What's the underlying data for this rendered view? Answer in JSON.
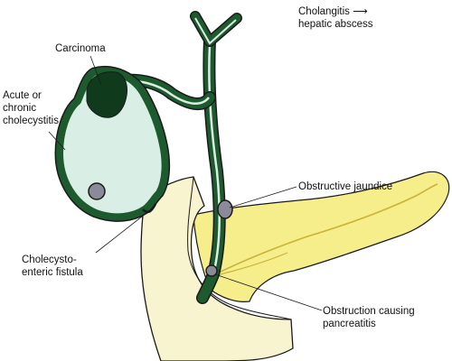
{
  "labels": {
    "cholangitis": {
      "line1": "Cholangitis ⟶",
      "line2": "hepatic abscess"
    },
    "carcinoma": "Carcinoma",
    "cholecystitis": {
      "line1": "Acute or",
      "line2": "chronic",
      "line3": "cholecystitis"
    },
    "fistula": {
      "line1": "Cholecysto-",
      "line2": "enteric fistula"
    },
    "jaundice": "Obstructive jaundice",
    "pancreatitis": {
      "line1": "Obstruction causing",
      "line2": "pancreatitis"
    }
  },
  "colors": {
    "gallbladder_wall": "#1d5a2e",
    "gallbladder_lumen": "#d9eee4",
    "duodenum": "#f8f4cf",
    "pancreas": "#f6ee8a",
    "pancreatic_duct": "#c9b23a",
    "stone": "#8a8a9a",
    "outline": "#1a1a1a"
  }
}
